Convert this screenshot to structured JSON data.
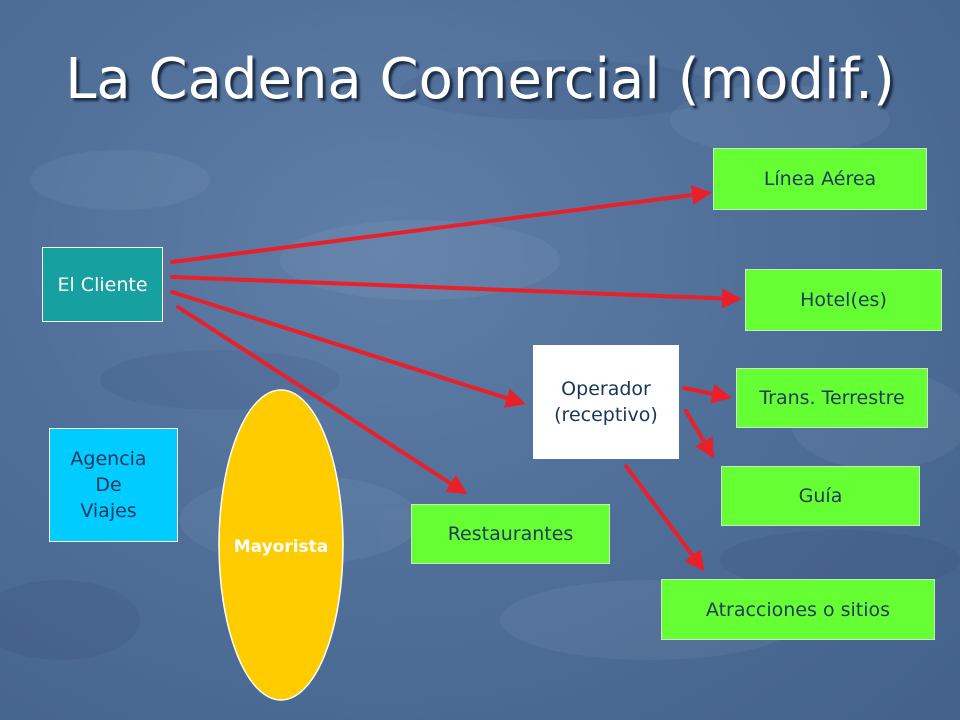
{
  "title": "La Cadena Comercial (modif.)",
  "nodes": {
    "cliente": "El Cliente",
    "agencia_line1": "Agencia",
    "agencia_line2": "De",
    "agencia_line3": "Viajes",
    "mayorista": "Mayorista",
    "operador_line1": "Operador",
    "operador_line2": "(receptivo)",
    "linea_aerea": "Línea Aérea",
    "hoteles": "Hotel(es)",
    "trans_terrestre": "Trans. Terrestre",
    "guia": "Guía",
    "restaurantes": "Restaurantes",
    "atracciones": "Atracciones o sitios"
  },
  "colors": {
    "cliente": "#16a0a0",
    "agencia": "#00ccff",
    "mayorista": "#ffcc00",
    "operador": "#ffffff",
    "service": "#66ff33",
    "arrow": "#e8202a"
  }
}
